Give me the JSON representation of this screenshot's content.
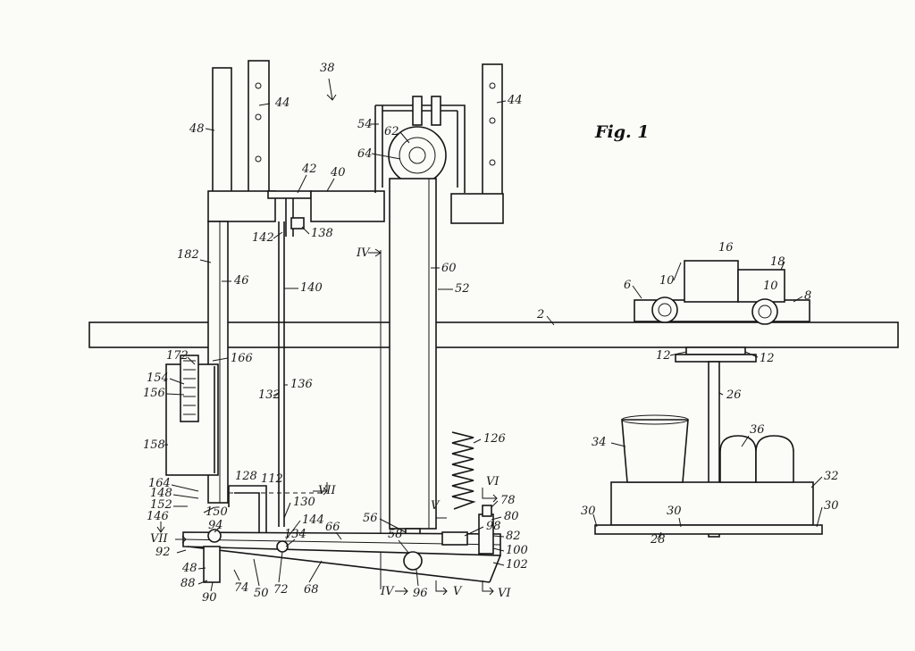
{
  "figure_title": "Fig. 1",
  "labels": [
    {
      "id": "l38",
      "text": "38"
    },
    {
      "id": "l44a",
      "text": "44"
    },
    {
      "id": "l44b",
      "text": "44"
    },
    {
      "id": "l48a",
      "text": "48"
    },
    {
      "id": "l54",
      "text": "54"
    },
    {
      "id": "l62",
      "text": "62"
    },
    {
      "id": "l64",
      "text": "64"
    },
    {
      "id": "l42",
      "text": "42"
    },
    {
      "id": "l40",
      "text": "40"
    },
    {
      "id": "l138",
      "text": "138"
    },
    {
      "id": "l142",
      "text": "142"
    },
    {
      "id": "l182",
      "text": "182"
    },
    {
      "id": "l46",
      "text": "46"
    },
    {
      "id": "l140",
      "text": "140"
    },
    {
      "id": "lIVa",
      "text": "IV"
    },
    {
      "id": "l60",
      "text": "60"
    },
    {
      "id": "l52",
      "text": "52"
    },
    {
      "id": "l16",
      "text": "16"
    },
    {
      "id": "l18",
      "text": "18"
    },
    {
      "id": "l6",
      "text": "6"
    },
    {
      "id": "l10a",
      "text": "10"
    },
    {
      "id": "l10b",
      "text": "10"
    },
    {
      "id": "l8",
      "text": "8"
    },
    {
      "id": "l2",
      "text": "2"
    },
    {
      "id": "l12a",
      "text": "12"
    },
    {
      "id": "l12b",
      "text": "12"
    },
    {
      "id": "l172",
      "text": "172"
    },
    {
      "id": "l166",
      "text": "166"
    },
    {
      "id": "l154",
      "text": "154"
    },
    {
      "id": "l156",
      "text": "156"
    },
    {
      "id": "l132",
      "text": "132"
    },
    {
      "id": "l136",
      "text": "136"
    },
    {
      "id": "l26",
      "text": "26"
    },
    {
      "id": "l158",
      "text": "158"
    },
    {
      "id": "l126",
      "text": "126"
    },
    {
      "id": "l34",
      "text": "34"
    },
    {
      "id": "l36",
      "text": "36"
    },
    {
      "id": "l32",
      "text": "32"
    },
    {
      "id": "l164",
      "text": "164"
    },
    {
      "id": "l148",
      "text": "148"
    },
    {
      "id": "l128",
      "text": "128"
    },
    {
      "id": "l112",
      "text": "112"
    },
    {
      "id": "lVIIa",
      "text": "VII"
    },
    {
      "id": "lVIa",
      "text": "VI"
    },
    {
      "id": "l78",
      "text": "78"
    },
    {
      "id": "l152",
      "text": "152"
    },
    {
      "id": "l150",
      "text": "150"
    },
    {
      "id": "l130",
      "text": "130"
    },
    {
      "id": "lV",
      "text": "V"
    },
    {
      "id": "l80",
      "text": "80"
    },
    {
      "id": "l146",
      "text": "146"
    },
    {
      "id": "l94",
      "text": "94"
    },
    {
      "id": "l144",
      "text": "144"
    },
    {
      "id": "l56",
      "text": "56"
    },
    {
      "id": "l98",
      "text": "98"
    },
    {
      "id": "l30a",
      "text": "30"
    },
    {
      "id": "l30b",
      "text": "30"
    },
    {
      "id": "l30c",
      "text": "30"
    },
    {
      "id": "l134",
      "text": "134"
    },
    {
      "id": "l66",
      "text": "66"
    },
    {
      "id": "l58",
      "text": "58"
    },
    {
      "id": "l82",
      "text": "82"
    },
    {
      "id": "l28",
      "text": "28"
    },
    {
      "id": "lVIIb",
      "text": "VII"
    },
    {
      "id": "l92",
      "text": "92"
    },
    {
      "id": "l100",
      "text": "100"
    },
    {
      "id": "l102",
      "text": "102"
    },
    {
      "id": "l48b",
      "text": "48"
    },
    {
      "id": "l88",
      "text": "88"
    },
    {
      "id": "l74",
      "text": "74"
    },
    {
      "id": "l50",
      "text": "50"
    },
    {
      "id": "l72",
      "text": "72"
    },
    {
      "id": "l68",
      "text": "68"
    },
    {
      "id": "l90",
      "text": "90"
    },
    {
      "id": "lIVb",
      "text": "IV"
    },
    {
      "id": "l96",
      "text": "96"
    },
    {
      "id": "lVb",
      "text": "V"
    },
    {
      "id": "lVIb",
      "text": "VI"
    }
  ]
}
